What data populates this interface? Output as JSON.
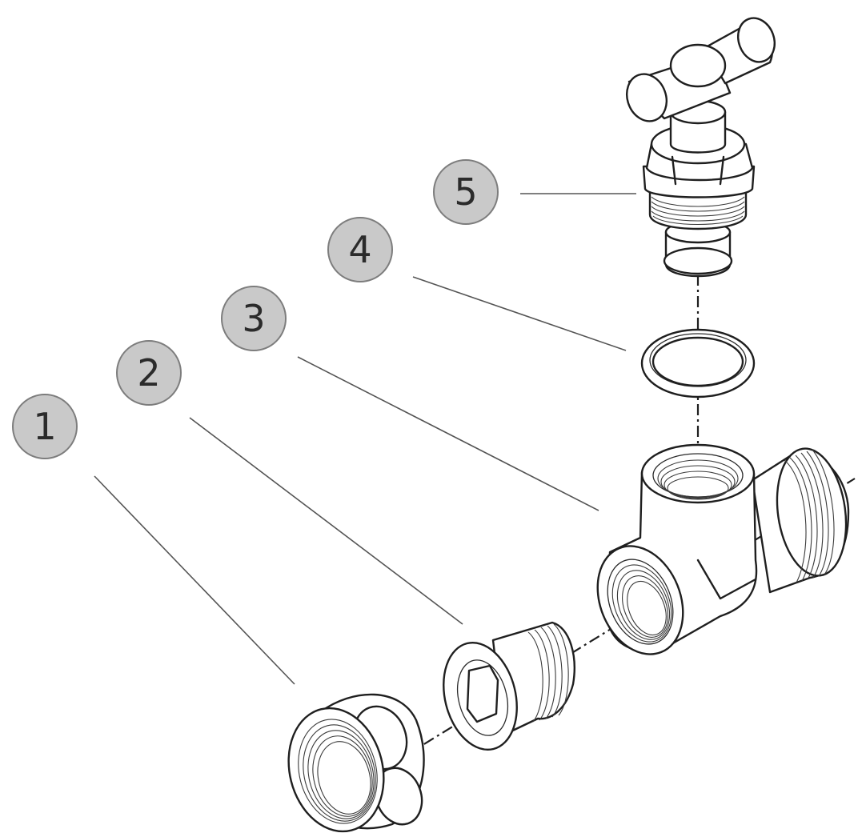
{
  "callouts": [
    {
      "id": "1",
      "label": "1"
    },
    {
      "id": "2",
      "label": "2"
    },
    {
      "id": "3",
      "label": "3"
    },
    {
      "id": "4",
      "label": "4"
    },
    {
      "id": "5",
      "label": "5"
    }
  ],
  "parts": {
    "1": "union-nut",
    "2": "threaded-insert",
    "3": "tee-fitting",
    "4": "sealing-ring",
    "5": "valve-head"
  },
  "colors": {
    "callout_fill": "#c9c9c9",
    "callout_stroke": "#7d7d7d",
    "line": "#1f1f1f",
    "background": "#ffffff"
  }
}
